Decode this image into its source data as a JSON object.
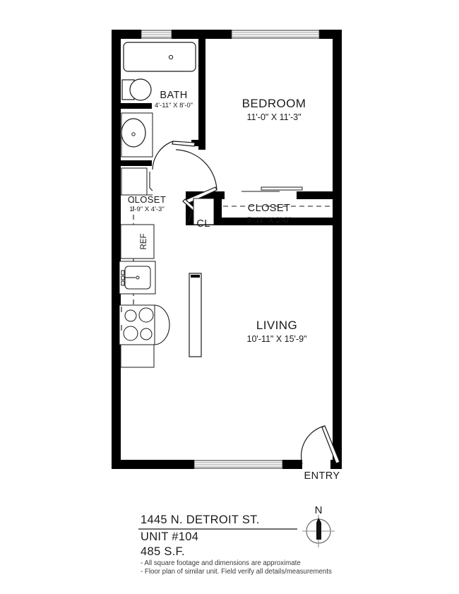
{
  "plan": {
    "rooms": [
      {
        "key": "bath",
        "name": "BATH",
        "dims": "4'-11\" X 8'-0\""
      },
      {
        "key": "bedroom",
        "name": "BEDROOM",
        "dims": "11'-0\" X 11'-3\""
      },
      {
        "key": "closet_small",
        "name": "CLOSET",
        "dims": "1'-9\" X 4'-3\""
      },
      {
        "key": "closet_main",
        "name": "CLOSET",
        "dims": "5'-11\" X 2'-0\""
      },
      {
        "key": "cl",
        "name": "CL",
        "dims": ""
      },
      {
        "key": "living",
        "name": "LIVING",
        "dims": "10'-11\" X 15'-9\""
      }
    ],
    "appliances": [
      {
        "key": "refrigerator",
        "label": "REF"
      }
    ],
    "entry_label": "ENTRY"
  },
  "titleblock": {
    "address": "1445 N. DETROIT ST.",
    "unit": "UNIT #104",
    "area": "485 S.F.",
    "note_1": "- All square footage and dimensions are approximate",
    "note_2": "- Floor plan of similar unit.  Field verify all details/measurements"
  },
  "compass": {
    "north_label": "N"
  },
  "colors": {
    "wall": "#000000",
    "line": "#1a1a1a",
    "background": "#ffffff",
    "note": "#3a3a3a",
    "window": "#9a9a9a"
  }
}
